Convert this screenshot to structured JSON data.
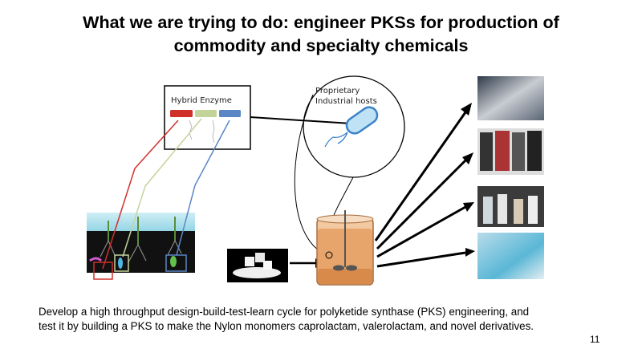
{
  "title": {
    "line1": "What we are trying to do: engineer PKSs for production of",
    "line2": "commodity and specialty chemicals"
  },
  "diagram": {
    "hybrid_enzyme_label": "Hybrid Enzyme",
    "hosts_label_line1": "Proprietary",
    "hosts_label_line2": "Industrial hosts",
    "colors": {
      "red": "#d0302a",
      "green": "#c3d49a",
      "blue": "#5b86c6",
      "broth": "#e7a46b"
    }
  },
  "caption": {
    "line1": "Develop a high throughput design-build-test-learn cycle for polyketide synthase (PKS) engineering, and",
    "line2": "test it by building a PKS to make the Nylon monomers caprolactam, valerolactam, and novel derivatives."
  },
  "page_number": "11"
}
